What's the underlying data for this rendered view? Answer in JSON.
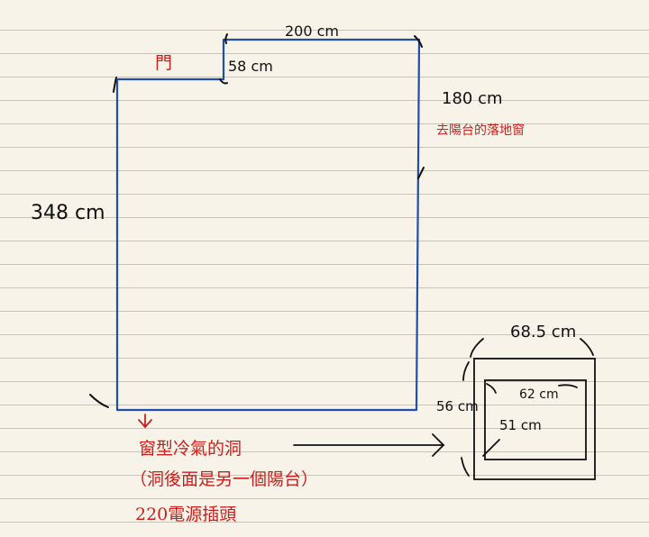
{
  "plan": {
    "top_width": "200 cm",
    "door_step": "58 cm",
    "right_segment": "180 cm",
    "left_height": "348 cm",
    "door_label": "門",
    "balcony_window": "去陽台的落地窗"
  },
  "aircon": {
    "outer_width": "68.5 cm",
    "outer_height": "56 cm",
    "inner_width": "62 cm",
    "inner_height": "51 cm"
  },
  "notes": {
    "line1": "窗型冷氣的洞",
    "line2": "（洞後面是另一個陽台）",
    "line3": "220電源插頭"
  },
  "colors": {
    "wall": "#1f4fa8",
    "ink": "#111111",
    "annotation": "#c8201e"
  }
}
